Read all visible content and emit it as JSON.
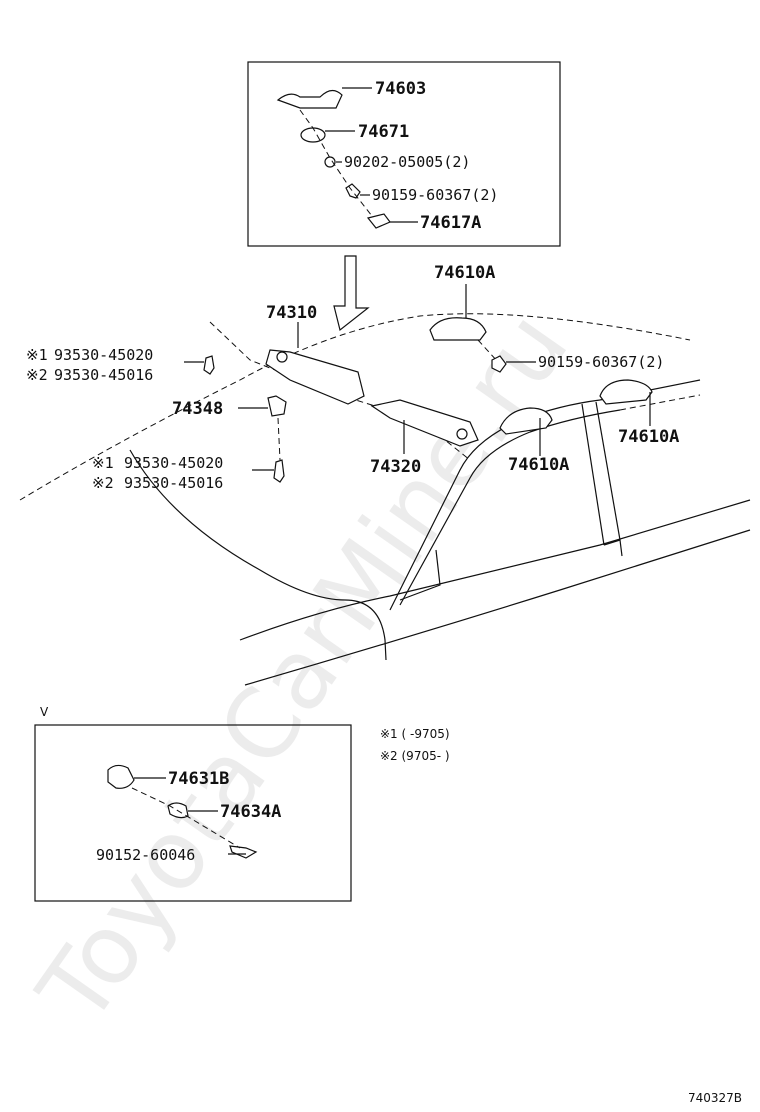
{
  "watermark": "ToyotaCarMine.ru",
  "parts": {
    "p74603": "74603",
    "p74671": "74671",
    "p90202": "90202-05005(2)",
    "p90159a": "90159-60367(2)",
    "p74617A": "74617A",
    "p74610A_top": "74610A",
    "p74310": "74310",
    "p90159b": "90159-60367(2)",
    "p74348": "74348",
    "p74320": "74320",
    "p74610A_mid": "74610A",
    "p74610A_right": "74610A",
    "p74631B": "74631B",
    "p74634A": "74634A",
    "p90152": "90152-60046"
  },
  "screw_top": {
    "mark1": "※1",
    "num1": "93530-45020",
    "mark2": "※2",
    "num2": "93530-45016"
  },
  "screw_mid": {
    "mark1": "※1",
    "num1": "93530-45020",
    "mark2": "※2",
    "num2": "93530-45016"
  },
  "notes": {
    "note1": "※1 (      -9705)",
    "note2": "※2 (9705-      )"
  },
  "inset_marker": "V",
  "diagram_id": "740327B"
}
